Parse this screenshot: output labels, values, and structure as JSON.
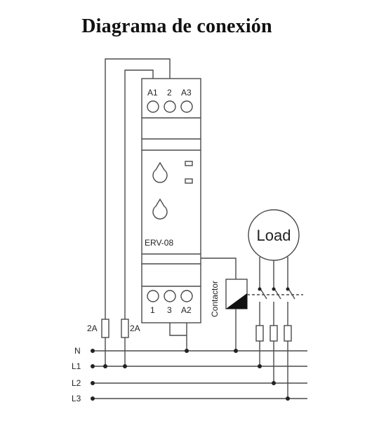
{
  "title": "Diagrama de conexión",
  "device": {
    "model": "ERV-08",
    "top_terminals": [
      "A1",
      "2",
      "A3"
    ],
    "bottom_terminals": [
      "1",
      "3",
      "A2"
    ]
  },
  "contactor_label": "Contactor",
  "load_label": "Load",
  "fuses": [
    "2A",
    "2A"
  ],
  "bus_lines": [
    "N",
    "L1",
    "L2",
    "L3"
  ],
  "colors": {
    "line": "#4a4a4a",
    "device_fill": "#ffffff",
    "coil_fill": "#111111"
  }
}
